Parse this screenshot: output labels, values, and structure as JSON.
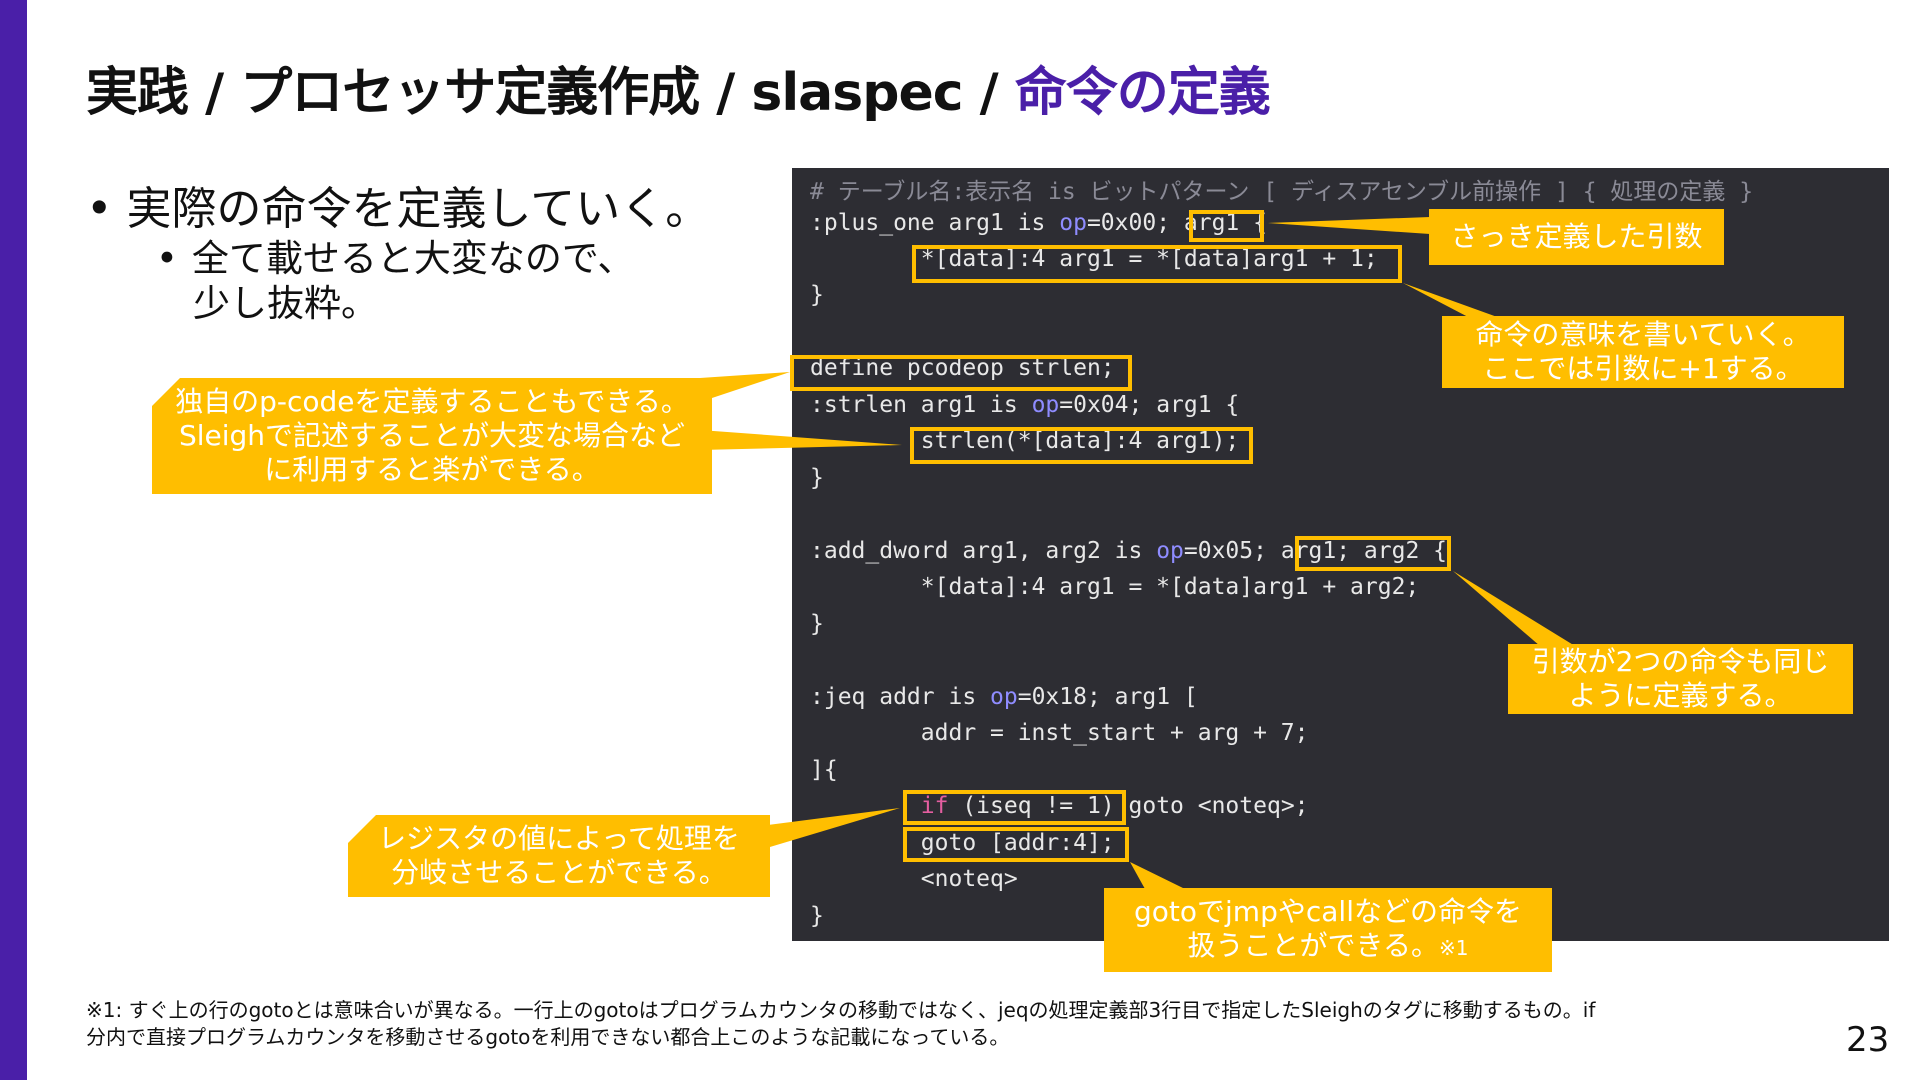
{
  "title": {
    "prefix": "実践 / プロセッサ定義作成 / slaspec / ",
    "accent": "命令の定義"
  },
  "bullets": {
    "level1": "実際の命令を定義していく。",
    "level2_line1": "全て載せると大変なので、",
    "level2_line2": "少し抜粋。",
    "marker1": "•",
    "marker2": "•"
  },
  "code": {
    "comment": "# テーブル名:表示名 is ビットパターン [ ディスアセンブル前操作 ] { 処理の定義 }",
    "plus_one_a": ":plus_one arg1 is ",
    "plus_one_op": "op",
    "plus_one_b": "=0x00; arg1 {",
    "plus_one_body": "        *[data]:4 arg1 = *[data]arg1 + 1;",
    "close1": "}",
    "define": "define pcodeop strlen;",
    "strlen_a": ":strlen arg1 is ",
    "strlen_op": "op",
    "strlen_b": "=0x04; arg1 {",
    "strlen_body": "        strlen(*[data]:4 arg1);",
    "close2": "}",
    "add_a": ":add_dword arg1, arg2 is ",
    "add_op": "op",
    "add_b": "=0x05; arg1; arg2 {",
    "add_body": "        *[data]:4 arg1 = *[data]arg1 + arg2;",
    "close3": "}",
    "jeq_a": ":jeq addr is ",
    "jeq_op": "op",
    "jeq_b": "=0x18; arg1 [",
    "jeq_body": "        addr = inst_start + arg + 7;",
    "jeq_open": "]{",
    "if_pad": "        ",
    "if_kw": "if",
    "if_rest": " (iseq != 1) goto <noteq>;",
    "goto_line": "        goto [addr:4];",
    "noteq_line": "        <noteq>",
    "close4": "}"
  },
  "callouts": {
    "arg": "さっき定義した引数",
    "meaning_line1": "命令の意味を書いていく。",
    "meaning_line2": "ここでは引数に+1する。",
    "pcode_line1": "独自のp-codeを定義することもできる。",
    "pcode_line2": "Sleighで記述することが大変な場合など",
    "pcode_line3": "に利用すると楽ができる。",
    "two_args_line1": "引数が2つの命令も同じ",
    "two_args_line2": "ように定義する。",
    "register_line1": "レジスタの値によって処理を",
    "register_line2": "分岐させることができる。",
    "goto_line1": "gotoでjmpやcallなどの命令を",
    "goto_line2": "扱うことができる。",
    "goto_note": "※1"
  },
  "footnote": {
    "line1": "※1: すぐ上の行のgotoとは意味合いが異なる。一行上のgotoはプログラムカウンタの移動ではなく、jeqの処理定義部3行目で指定したSleighのタグに移動するもの。if",
    "line2": "分内で直接プログラムカウンタを移動させるgotoを利用できない都合上このような記載になっている。"
  },
  "page_number": "23",
  "colors": {
    "accent": "#4a1fa8",
    "callout": "#ffbe00",
    "code_bg": "#2d2d33",
    "code_keyword": "#8f8cff",
    "code_if": "#e45ea0"
  }
}
